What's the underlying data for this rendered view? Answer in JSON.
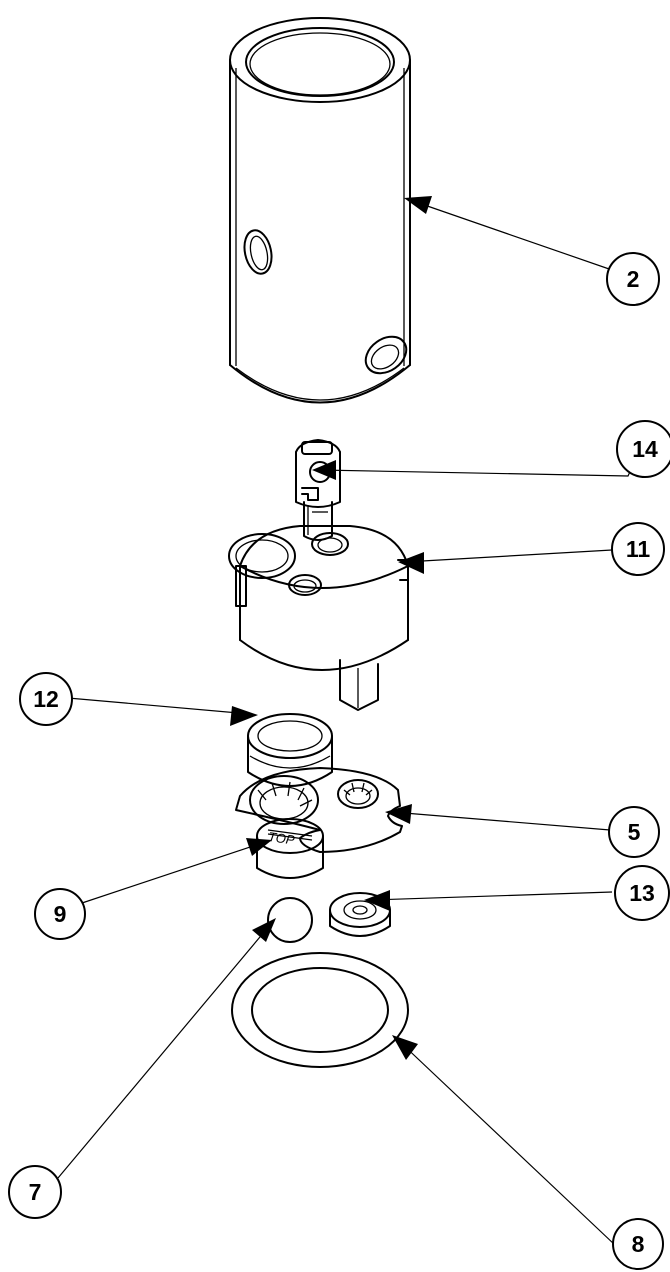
{
  "callouts": {
    "c2": "2",
    "c14": "14",
    "c11": "11",
    "c5": "5",
    "c12": "12",
    "c9": "9",
    "c13": "13",
    "c7": "7",
    "c8": "8"
  },
  "labels": {
    "top_mark": "TOP"
  }
}
